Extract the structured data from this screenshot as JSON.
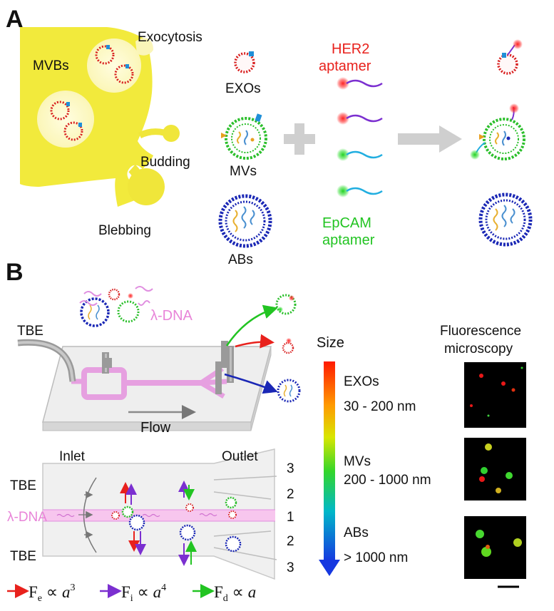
{
  "panel_a": {
    "label": "A",
    "cell": {
      "mvbs": "MVBs",
      "exocytosis": "Exocytosis",
      "budding": "Budding",
      "blebbing": "Blebbing"
    },
    "vesicles": {
      "exos": "EXOs",
      "mvs": "MVs",
      "abs": "ABs"
    },
    "aptamers": {
      "her2_l1": "HER2",
      "her2_l2": "aptamer",
      "epcam_l1": "EpCAM",
      "epcam_l2": "aptamer"
    }
  },
  "panel_b": {
    "label": "B",
    "device": {
      "tbe": "TBE",
      "lambda_dna": "λ-DNA",
      "flow": "Flow"
    },
    "channel": {
      "inlet": "Inlet",
      "outlet": "Outlet",
      "tbe_top": "TBE",
      "tbe_bottom": "TBE",
      "lambda_dna": "λ-DNA",
      "outlet_nums": [
        "3",
        "2",
        "1",
        "2",
        "3"
      ]
    },
    "size_scale": {
      "title": "Size",
      "ranges": [
        {
          "name": "EXOs",
          "range": "30 - 200 nm"
        },
        {
          "name": "MVs",
          "range": "200 - 1000 nm"
        },
        {
          "name": "ABs",
          "range": "> 1000 nm"
        }
      ]
    },
    "microscopy": {
      "title_l1": "Fluorescence",
      "title_l2": "microscopy"
    },
    "forces": [
      {
        "sym": "F",
        "sub": "e",
        "rel": " ∝ ",
        "var": "a",
        "exp": "3",
        "color": "#e8211c"
      },
      {
        "sym": "F",
        "sub": "i",
        "rel": " ∝ ",
        "var": "a",
        "exp": "4",
        "color": "#7b2fd0"
      },
      {
        "sym": "F",
        "sub": "d",
        "rel": " ∝ ",
        "var": "a",
        "exp": "",
        "color": "#22c422"
      }
    ]
  },
  "colors": {
    "cell": "#f2ea3c",
    "red": "#e8211c",
    "green": "#22c422",
    "blue": "#1a27b5",
    "purple": "#7b2fd0",
    "pink": "#f0a8e6",
    "cyan": "#21aee0"
  }
}
